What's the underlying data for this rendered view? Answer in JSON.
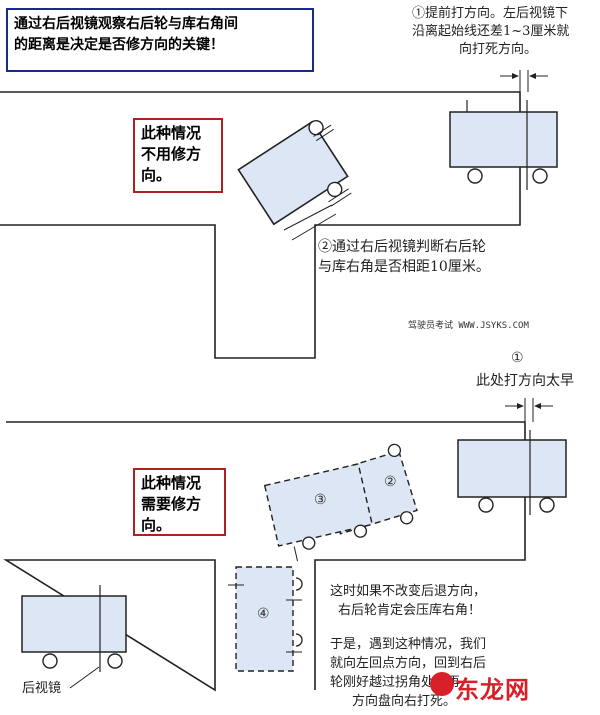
{
  "title": {
    "line1": "通过右后视镜观察右后轮与库右角间",
    "line2": "的距离是决定是否修方向的关键！"
  },
  "top": {
    "note1_line1": "①提前打方向。左后视镜下",
    "note1_line2": "沿离起始线还差1~3厘米就",
    "note1_line3": "向打死方向。",
    "box_line1": "此种情况",
    "box_line2": "不用修方",
    "box_line3": "向。",
    "note2_line1": "②通过右后视镜判断右后轮",
    "note2_line2": "与库右角是否相距10厘米。"
  },
  "watermark": "驾驶员考试 WWW.JSYKS.COM",
  "bottom": {
    "mark1": "①",
    "mark1_text": "此处打方向太早",
    "box_line1": "此种情况",
    "box_line2": "需要修方",
    "box_line3": "向。",
    "car2": "②",
    "car3": "③",
    "car4": "④",
    "note_line1": "这时如果不改变后退方向，",
    "note_line2": "右后轮肯定会压库右角！",
    "note_line3": "于是，遇到这种情况，我们",
    "note_line4": "就向左回点方向，回到右后",
    "note_line5": "轮刚好越过拐角处，再",
    "note_line6": "方向盘向右打死。",
    "mirror_label": "后视镜"
  },
  "logo": "东龙网",
  "colors": {
    "car_fill": "#dde6f4",
    "title_border": "#1a2a8a",
    "red_border": "#b02020",
    "logo": "#d8202a"
  }
}
